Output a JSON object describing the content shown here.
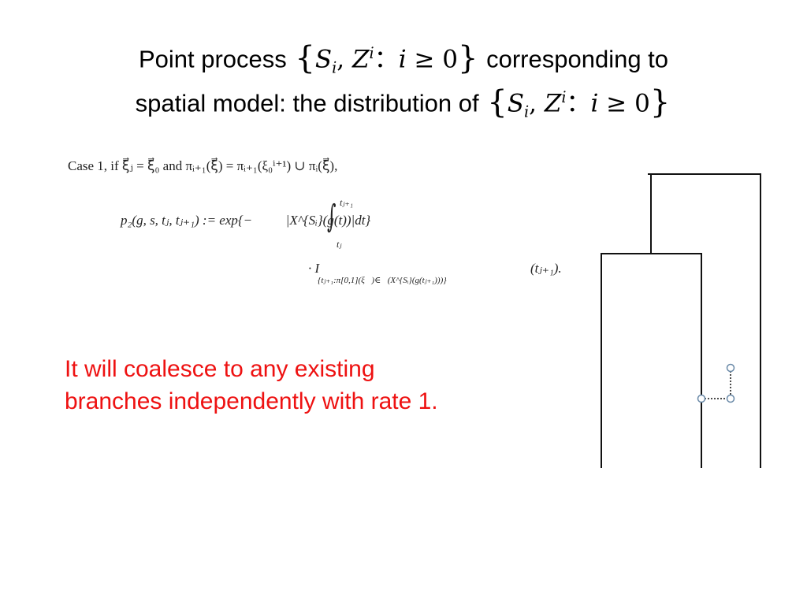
{
  "title": {
    "line1_prefix": "Point process ",
    "line1_suffix": " corresponding  to",
    "line2_prefix": "spatial model: the distribution of ",
    "set": {
      "open_brace": "{",
      "S": "S",
      "S_sub": "i",
      "comma": ",  ",
      "Z": "Z",
      "Z_sup": "i",
      "colon": "：",
      "i": "i",
      "geq": " ≥ ",
      "zero": "0",
      "close_brace": "}"
    }
  },
  "formula": {
    "case_line": "Case 1, if ξ⃗ⱼ = ξ⃗₀ and πᵢ₊₁(ξ⃗) = πᵢ₊₁(ξ₀ⁱ⁺¹) ∪ πᵢ(ξ⃗),",
    "p2_lhs": "p₂(g, s, tⱼ, tⱼ₊₁) := exp{−",
    "integral_sign": "∫",
    "integral_upper": "tⱼ₊₁",
    "integral_lower": "tⱼ",
    "integrand": "|X^{Sᵢ}(g(t))|dt}",
    "indicator": "· I",
    "indicator_sub": "{tⱼ₊₁:π[0,1](ξ⃗)∈𝔖(X^{Sᵢ}(g(tⱼ₊₁)))}",
    "indicator_arg": "(tⱼ₊₁)."
  },
  "note": {
    "line1": "It will coalesce to any existing",
    "line2": "branches independently with  rate 1."
  },
  "colors": {
    "note_text": "#ee1111",
    "tree_line": "#111111",
    "node_outline": "#6a8aa8"
  }
}
